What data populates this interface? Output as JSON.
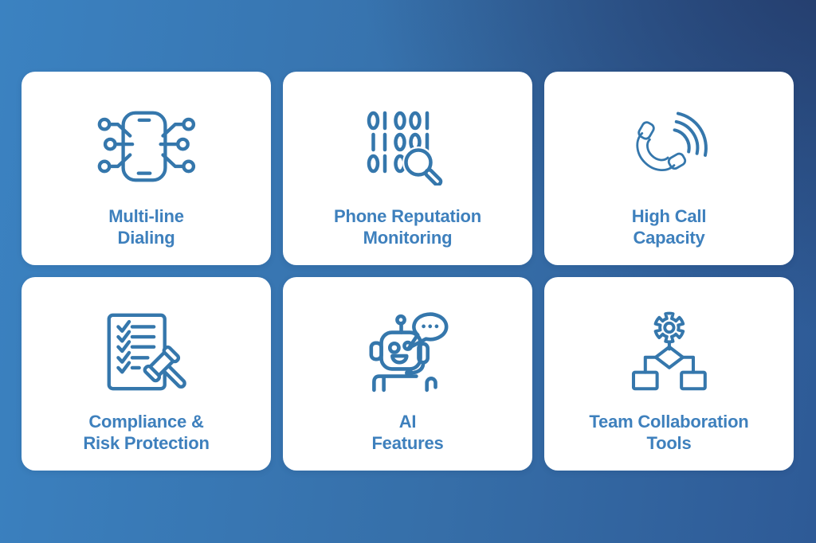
{
  "colors": {
    "bg_light": "#3b82c1",
    "bg_mid": "#366fa9",
    "bg_dark": "#2e5a96",
    "bg_corner": "#243c6b",
    "card_bg": "#ffffff",
    "accent": "#3577ac",
    "text": "#3e80bd"
  },
  "cards": [
    {
      "id": "multi-line-dialing",
      "icon": "multiline-phone-icon",
      "label": "Multi-line Dialing",
      "lines": [
        "Multi-line",
        "Dialing"
      ]
    },
    {
      "id": "phone-reputation-monitoring",
      "icon": "binary-magnifier-icon",
      "label": "Phone Reputation Monitoring",
      "lines": [
        "Phone Reputation",
        "Monitoring"
      ]
    },
    {
      "id": "high-call-capacity",
      "icon": "handset-waves-icon",
      "label": "High Call Capacity",
      "lines": [
        "High Call",
        "Capacity"
      ]
    },
    {
      "id": "compliance-risk-protection",
      "icon": "checklist-gavel-icon",
      "label": "Compliance & Risk Protection",
      "lines": [
        "Compliance &",
        "Risk Protection"
      ]
    },
    {
      "id": "ai-features",
      "icon": "robot-chat-icon",
      "label": "AI Features",
      "lines": [
        "AI",
        "Features"
      ]
    },
    {
      "id": "team-collaboration-tools",
      "icon": "flowchart-gear-icon",
      "label": "Team Collaboration Tools",
      "lines": [
        "Team Collaboration",
        "Tools"
      ]
    }
  ]
}
